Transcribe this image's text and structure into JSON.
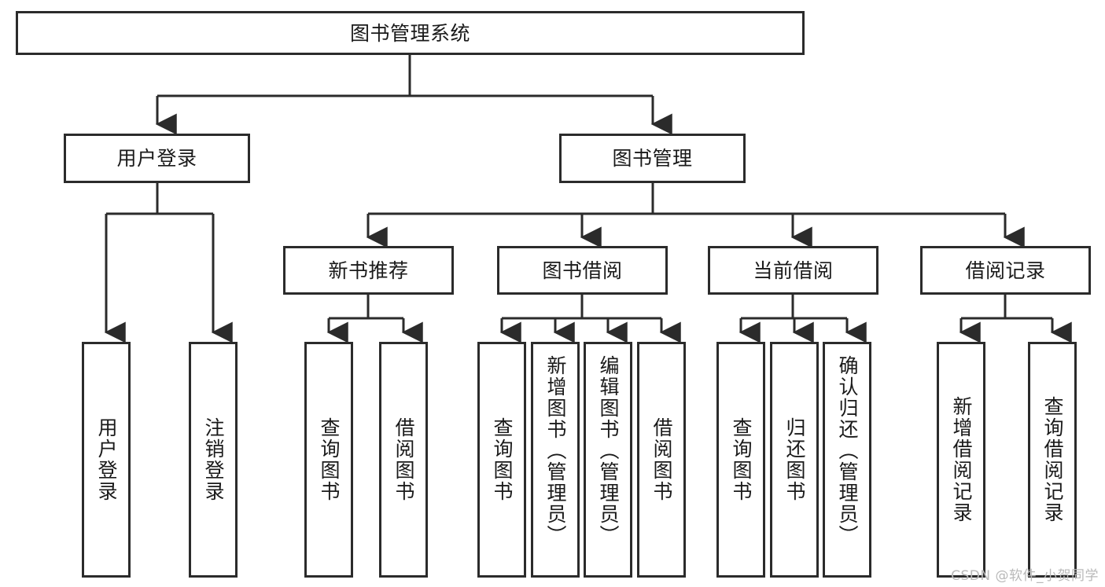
{
  "diagram": {
    "title": "图书管理系统",
    "type": "hierarchy-tree",
    "colors": {
      "stroke": "#2b2b2b",
      "fill": "#ffffff",
      "text": "#1a1a1a",
      "watermark": "#b9b9b9"
    },
    "watermark": "CSDN @软件_小贺同学",
    "nodes": {
      "root": {
        "label": "图书管理系统",
        "level": 1,
        "orientation": "horizontal"
      },
      "l2": [
        {
          "id": "user-login",
          "label": "用户登录",
          "level": 2,
          "orientation": "horizontal"
        },
        {
          "id": "book-management",
          "label": "图书管理",
          "level": 2,
          "orientation": "horizontal"
        }
      ],
      "l3": [
        {
          "id": "new-book-recommend",
          "label": "新书推荐",
          "level": 3,
          "orientation": "horizontal",
          "parent": "book-management"
        },
        {
          "id": "book-borrow",
          "label": "图书借阅",
          "level": 3,
          "orientation": "horizontal",
          "parent": "book-management"
        },
        {
          "id": "current-borrow",
          "label": "当前借阅",
          "level": 3,
          "orientation": "horizontal",
          "parent": "book-management"
        },
        {
          "id": "borrow-record",
          "label": "借阅记录",
          "level": 3,
          "orientation": "horizontal",
          "parent": "book-management"
        }
      ],
      "leaves": [
        {
          "id": "leaf-user-login",
          "label": "用户登录",
          "parent": "user-login",
          "orientation": "vertical"
        },
        {
          "id": "leaf-logout-login",
          "label": "注销登录",
          "parent": "user-login",
          "orientation": "vertical"
        },
        {
          "id": "leaf-query-book-1",
          "label": "查询图书",
          "parent": "new-book-recommend",
          "orientation": "vertical"
        },
        {
          "id": "leaf-borrow-book-1",
          "label": "借阅图书",
          "parent": "new-book-recommend",
          "orientation": "vertical"
        },
        {
          "id": "leaf-query-book-2",
          "label": "查询图书",
          "parent": "book-borrow",
          "orientation": "vertical"
        },
        {
          "id": "leaf-add-book",
          "label": "新增图书（管理员）",
          "parent": "book-borrow",
          "orientation": "vertical"
        },
        {
          "id": "leaf-edit-book",
          "label": "编辑图书（管理员）",
          "parent": "book-borrow",
          "orientation": "vertical"
        },
        {
          "id": "leaf-borrow-book-2",
          "label": "借阅图书",
          "parent": "book-borrow",
          "orientation": "vertical"
        },
        {
          "id": "leaf-query-book-3",
          "label": "查询图书",
          "parent": "current-borrow",
          "orientation": "vertical"
        },
        {
          "id": "leaf-return-book",
          "label": "归还图书",
          "parent": "current-borrow",
          "orientation": "vertical"
        },
        {
          "id": "leaf-confirm-return",
          "label": "确认归还（管理员）",
          "parent": "current-borrow",
          "orientation": "vertical"
        },
        {
          "id": "leaf-add-borrow-record",
          "label": "新增借阅记录",
          "parent": "borrow-record",
          "orientation": "vertical"
        },
        {
          "id": "leaf-query-borrow-record",
          "label": "查询借阅记录",
          "parent": "borrow-record",
          "orientation": "vertical"
        }
      ]
    }
  }
}
